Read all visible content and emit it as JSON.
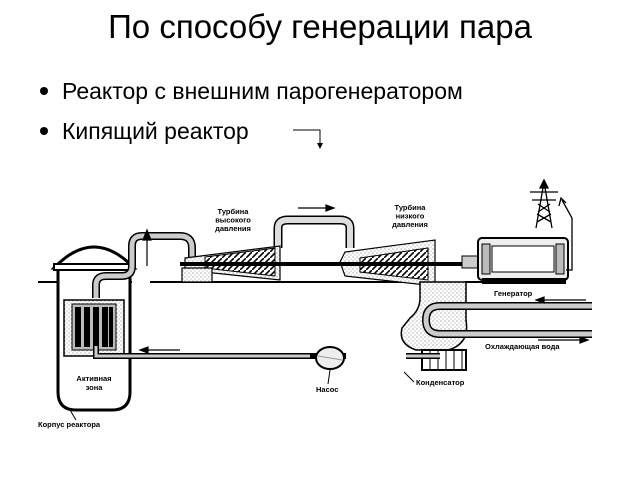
{
  "slide": {
    "title": "По способу генерации пара",
    "bullets": [
      "Реактор с внешним парогенератором",
      "Кипящий реактор"
    ]
  },
  "diagram": {
    "labels": {
      "turbine_hp": [
        "Турбина",
        "высокого",
        "давления"
      ],
      "turbine_lp": [
        "Турбина",
        "низкого",
        "давления"
      ],
      "generator": "Генератор",
      "cooling_water": "Охлаждающая вода",
      "condenser": "Конденсатор",
      "pump": "Насос",
      "active_zone": [
        "Активная",
        "зона"
      ],
      "reactor_vessel": "Корпус реактора"
    }
  }
}
